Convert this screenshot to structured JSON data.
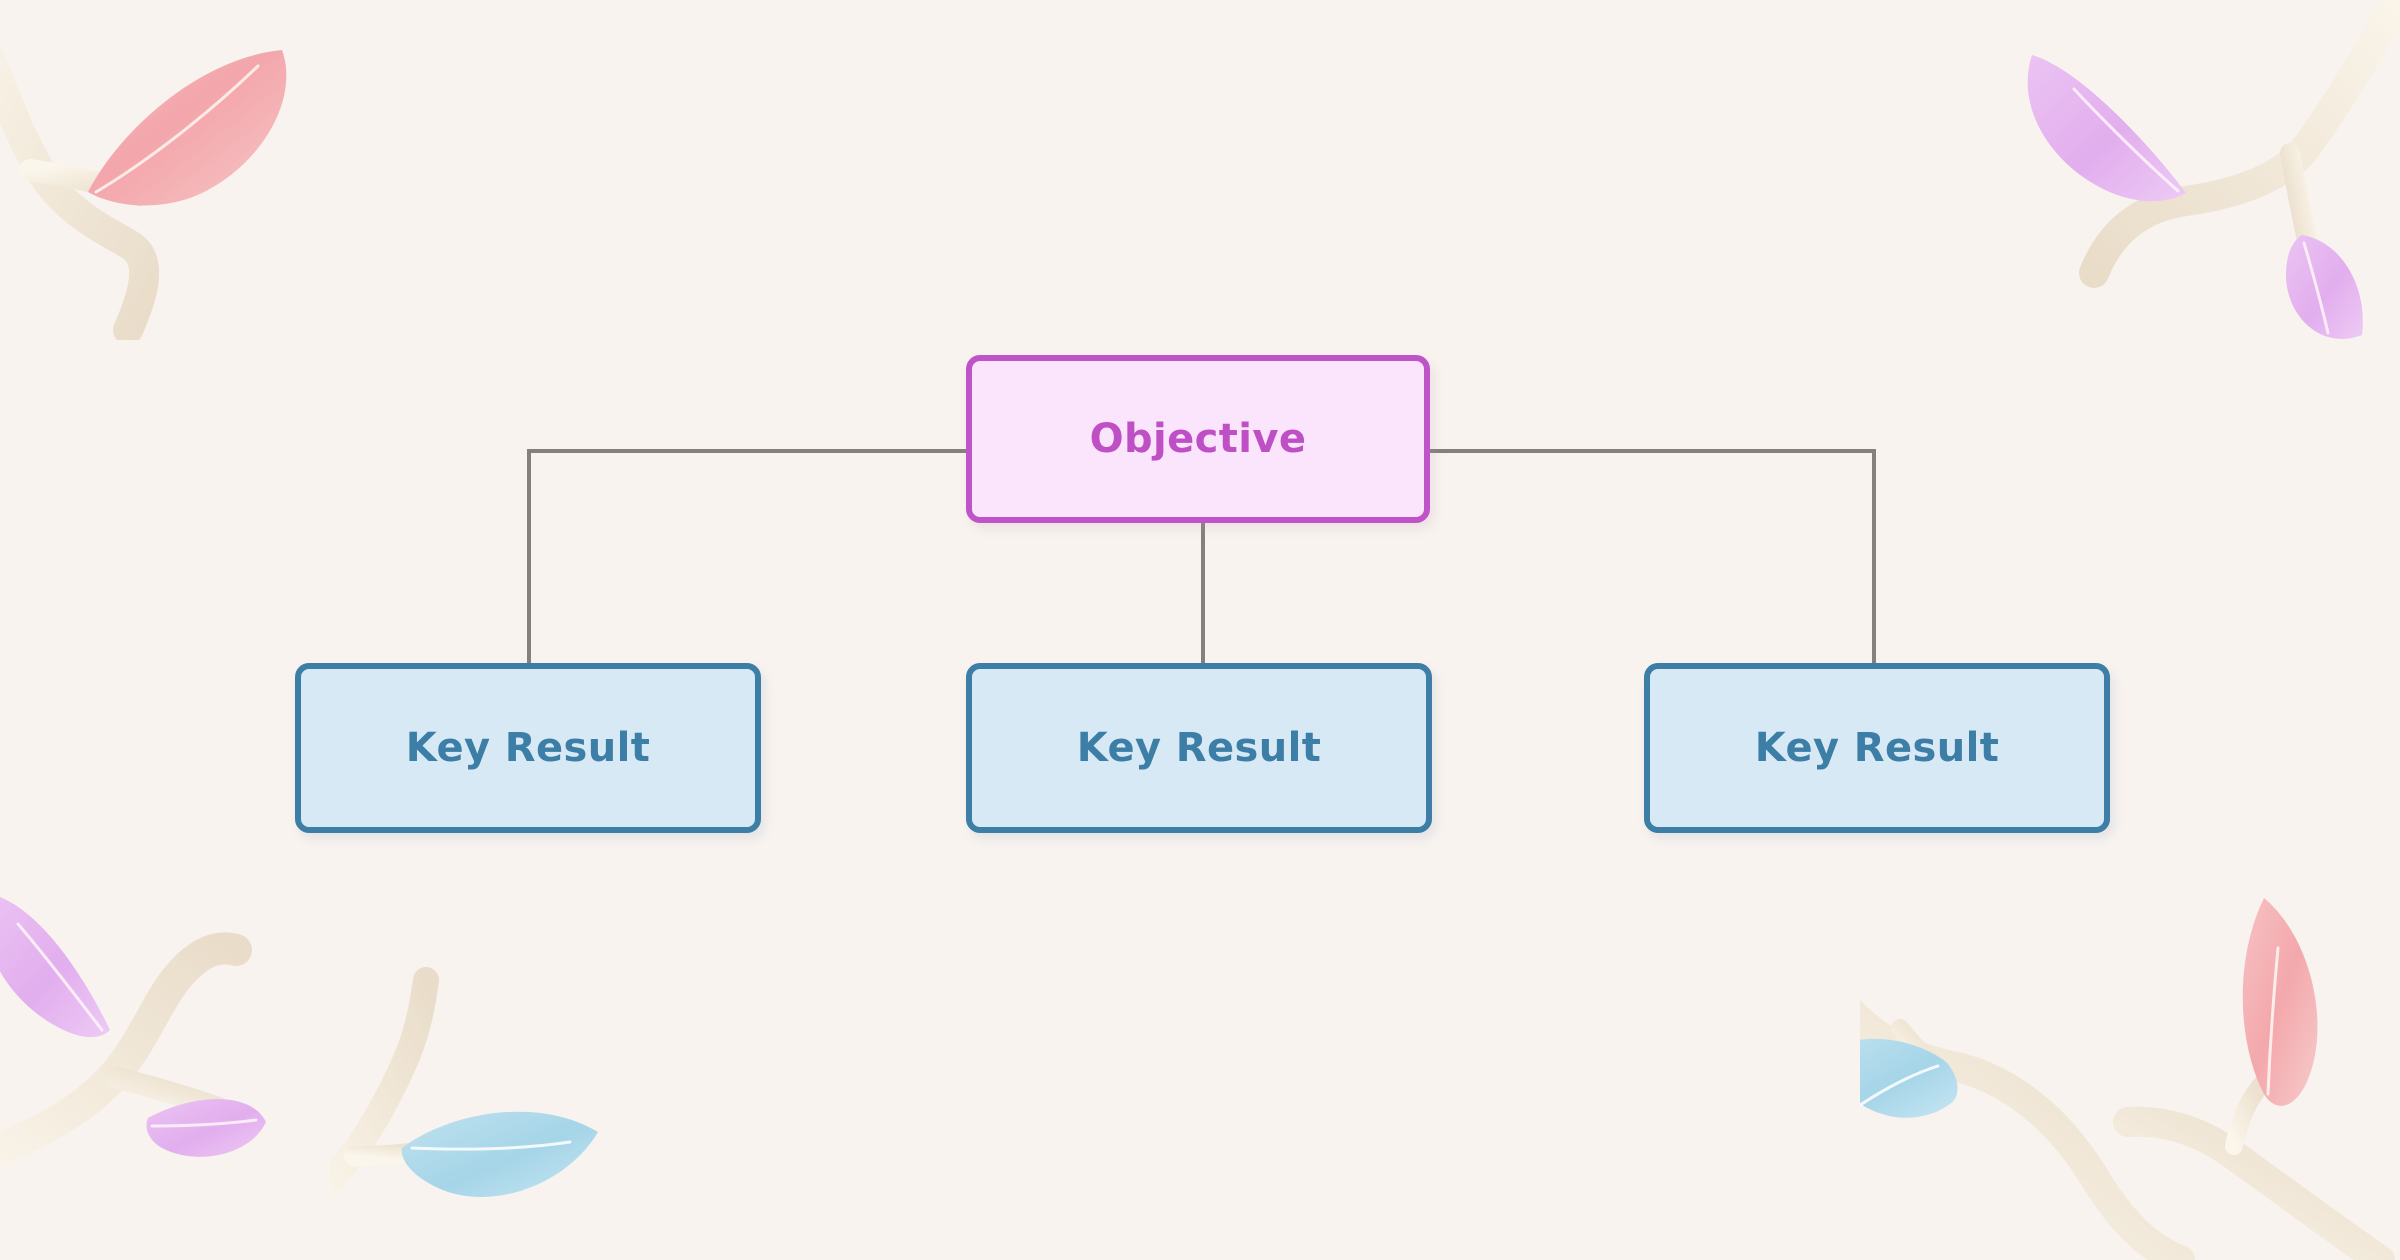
{
  "page": {
    "title": "OKR Objective and Key Results Diagram",
    "background_color": "#f8f3ef"
  },
  "colors": {
    "background": "#f8f3ef",
    "objective_fill": "#fae5fc",
    "objective_border": "#bf54c9",
    "objective_text": "#bf4fc4",
    "key_result_fill": "#d8e9f6",
    "key_result_border": "#3d7ea6",
    "key_result_text": "#3d7ea6",
    "connector_line": "#84807c",
    "stem_cream": "#f4ece0",
    "leaf_pink": "#f2a7ab",
    "leaf_purple": "#e4b4ee",
    "leaf_blue": "#a8d8ea"
  },
  "diagram": {
    "type": "org-tree",
    "root": {
      "id": "objective",
      "label": "Objective"
    },
    "children": [
      {
        "id": "key-result-1",
        "label": "Key Result"
      },
      {
        "id": "key-result-2",
        "label": "Key Result"
      },
      {
        "id": "key-result-3",
        "label": "Key Result"
      }
    ],
    "connectors": [
      {
        "from": "objective",
        "to": "key-result-1",
        "style": "orthogonal"
      },
      {
        "from": "objective",
        "to": "key-result-2",
        "style": "straight"
      },
      {
        "from": "objective",
        "to": "key-result-3",
        "style": "orthogonal"
      }
    ]
  },
  "decorations": [
    {
      "id": "decor-top-left",
      "type": "sprout",
      "leaves": [
        "pink"
      ]
    },
    {
      "id": "decor-top-right",
      "type": "sprout",
      "leaves": [
        "purple",
        "purple"
      ]
    },
    {
      "id": "decor-bottom-left",
      "type": "sprout",
      "leaves": [
        "purple",
        "purple"
      ]
    },
    {
      "id": "decor-bottom-center",
      "type": "sprout",
      "leaves": [
        "blue"
      ]
    },
    {
      "id": "decor-bottom-right",
      "type": "sprout",
      "leaves": [
        "blue",
        "pink"
      ]
    }
  ]
}
